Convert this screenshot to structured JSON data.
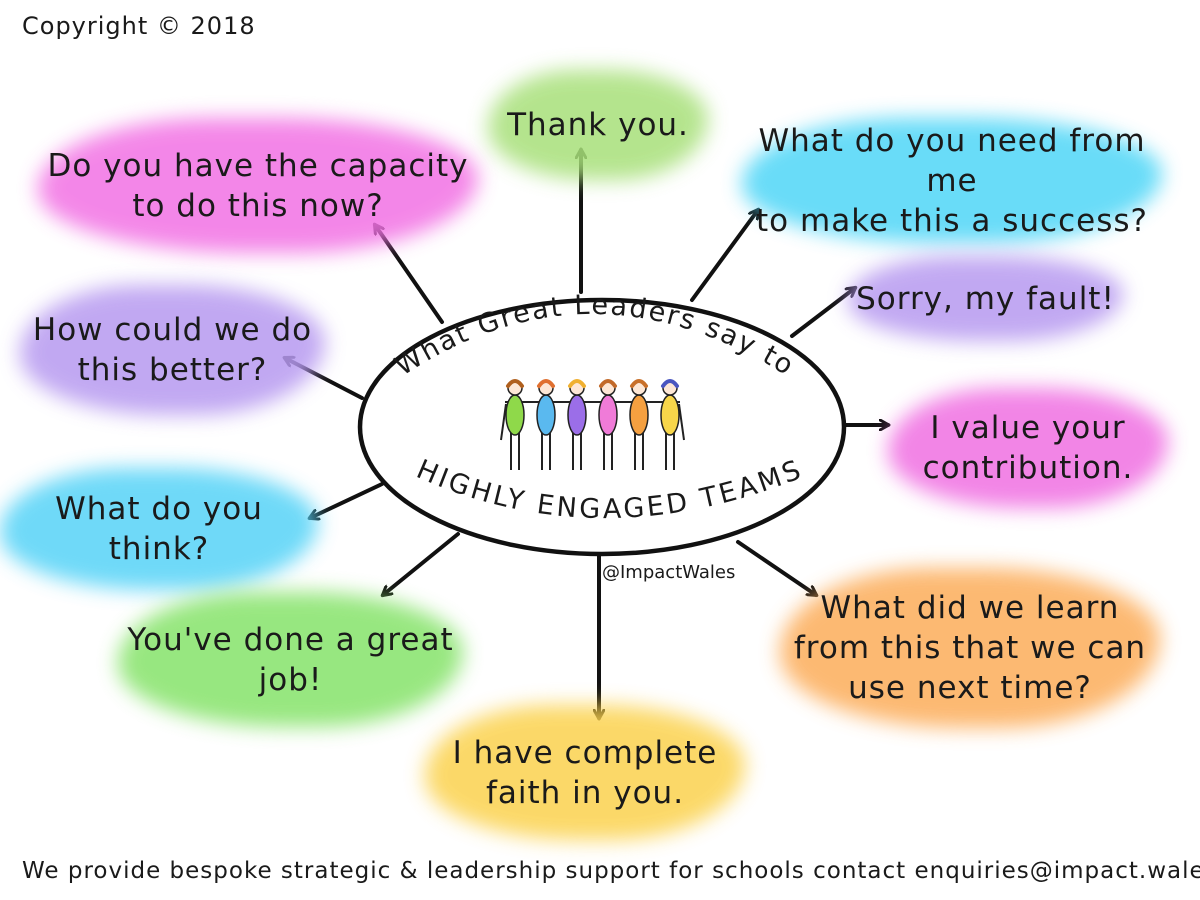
{
  "copyright": "Copyright © 2018",
  "center": {
    "title": "What Great Leaders say to",
    "subtitle": "HIGHLY ENGAGED TEAMS",
    "people_colors": [
      "#8fd94a",
      "#5ab9ef",
      "#9b6ee8",
      "#f07bd8",
      "#f5a040",
      "#f7d64a"
    ]
  },
  "bubbles": {
    "thanks": "Thank you.",
    "capacity": "Do you have the capacity\nto do this now?",
    "need": "What do you need from me\nto make this a success?",
    "sorry": "Sorry, my fault!",
    "better": "How could we do\nthis better?",
    "value": "I value your\ncontribution.",
    "think": "What do you think?",
    "great": "You've done a great\njob!",
    "learn": "What did we learn\nfrom this that we can\nuse next time?",
    "faith": "I have complete\nfaith in you."
  },
  "handle": "@ImpactWales",
  "footer": "We provide bespoke strategic & leadership support for schools  contact enquiries@impact.wales"
}
